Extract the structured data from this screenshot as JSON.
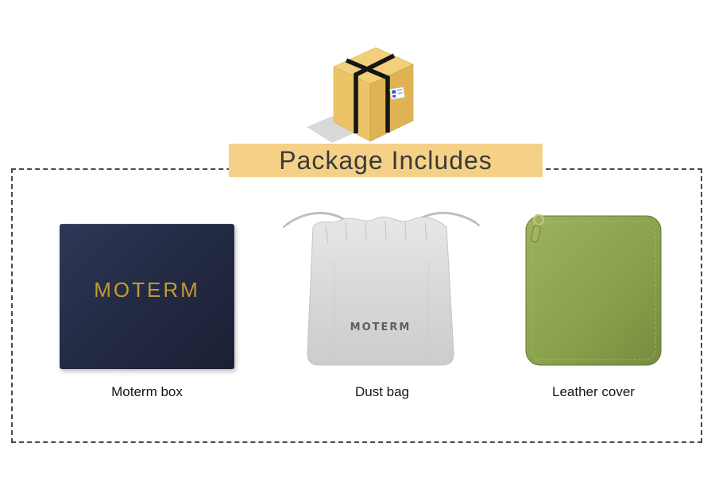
{
  "banner": {
    "title": "Package Includes"
  },
  "items": [
    {
      "label": "Moterm box",
      "imprint": "MOTERM"
    },
    {
      "label": "Dust bag",
      "imprint": "MOTERM"
    },
    {
      "label": "Leather cover"
    }
  ],
  "icons": {
    "package_box": "cardboard-box-with-black-straps",
    "zipper_pull": "zipper-pull",
    "drawstring": "drawstring-cord"
  },
  "colors": {
    "banner_bg": "#f5d187",
    "navy_box": "#242b45",
    "gold_imprint": "#c49b35",
    "dust_bag_gray": "#d7d7d7",
    "leather_green": "#8aa24c"
  }
}
